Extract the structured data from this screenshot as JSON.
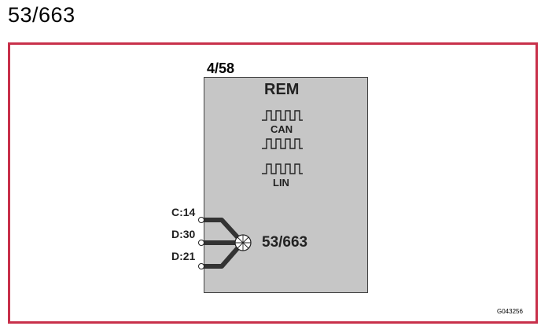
{
  "page_title": "53/663",
  "module": {
    "ref": "4/58",
    "name": "REM",
    "buses": [
      {
        "label": "CAN"
      },
      {
        "label": "LIN"
      }
    ]
  },
  "pins": [
    {
      "label": "C:14"
    },
    {
      "label": "D:30"
    },
    {
      "label": "D:21"
    }
  ],
  "connector": {
    "label": "53/663"
  },
  "image_id": "G043256",
  "colors": {
    "frame_border": "#c8304a",
    "module_fill": "#c6c6c6",
    "wire": "#333333"
  }
}
